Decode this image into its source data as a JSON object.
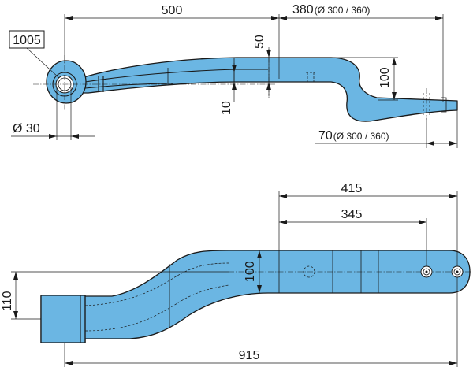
{
  "reference": "1005",
  "side_view": {
    "length_front": "500",
    "length_rear_main": "380",
    "length_rear_alt": "(Ø 300 / 360)",
    "thickness_main": "50",
    "thickness_small": "10",
    "drop_height": "100",
    "eye_diameter": "Ø 30",
    "end_length_main": "70",
    "end_length_alt": "(Ø 300 / 360)"
  },
  "top_view": {
    "dim_415": "415",
    "dim_345": "345",
    "width_100": "100",
    "offset_110": "110",
    "total_915": "915"
  },
  "colors": {
    "part_fill": "#6bb6e3",
    "line": "#1a1a1a"
  }
}
